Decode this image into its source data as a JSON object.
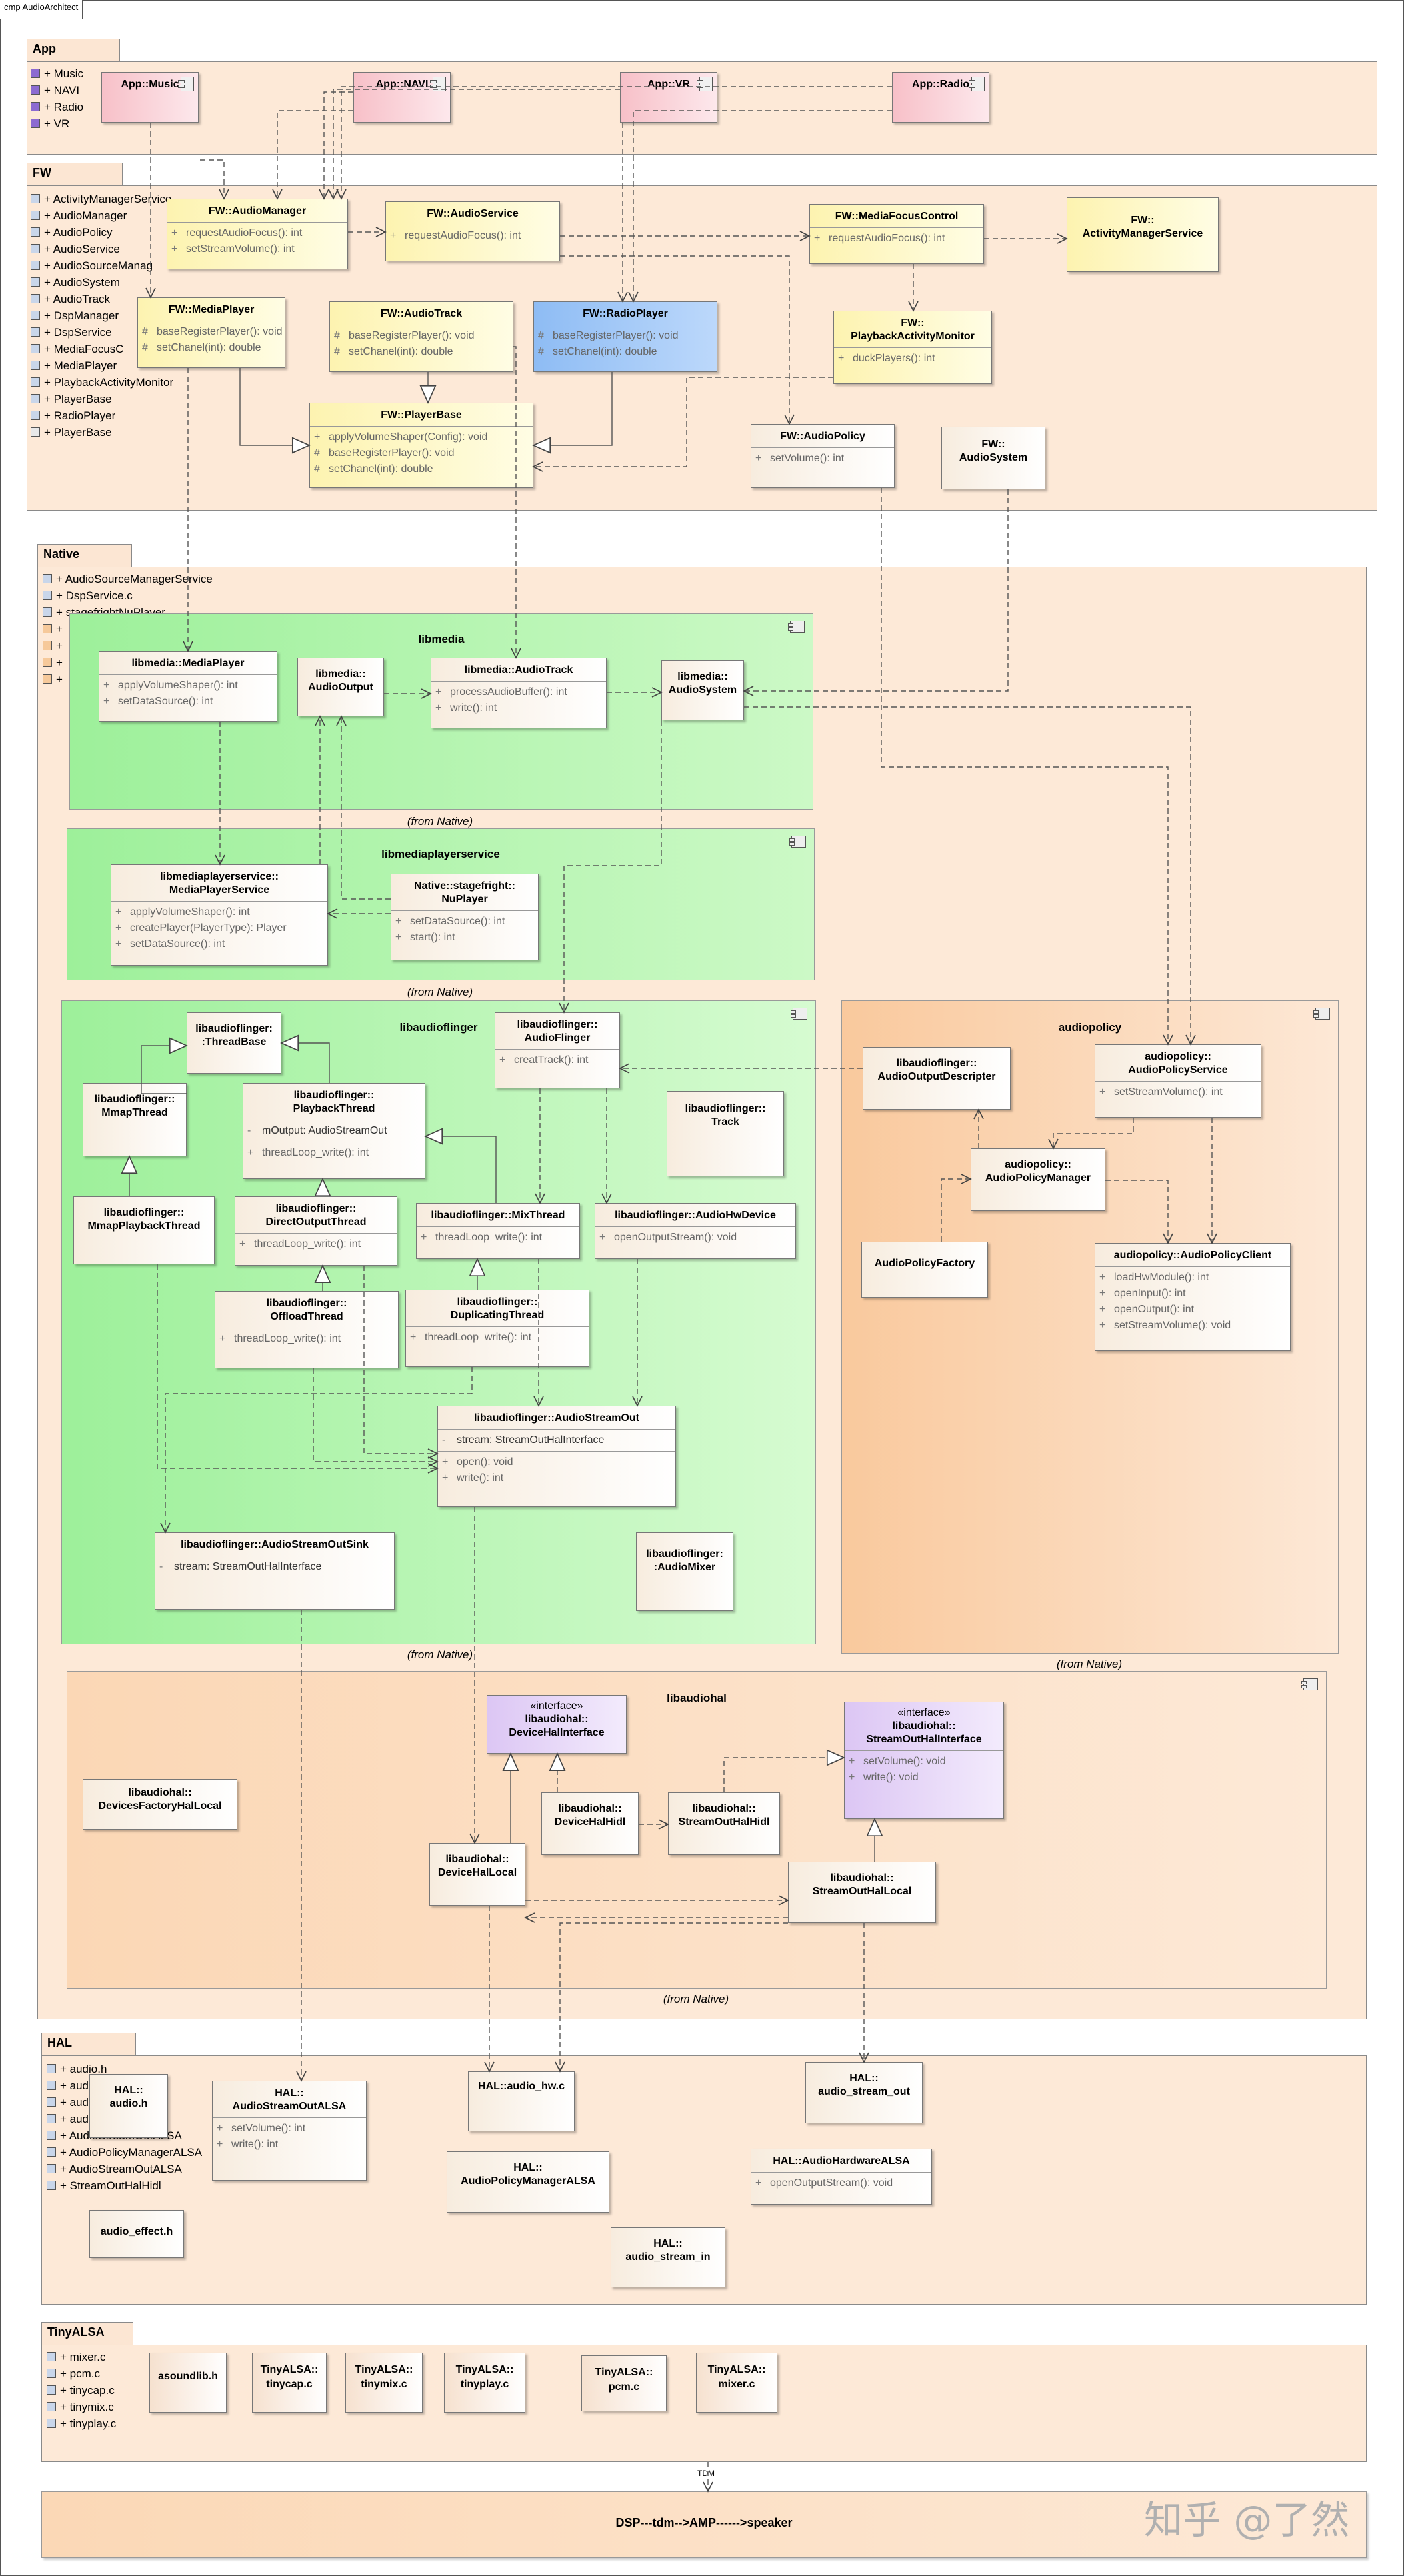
{
  "diagram_title": "cmp AudioArchitect",
  "watermark": "知乎 @了然",
  "packages": {
    "app": {
      "title": "App",
      "items": [
        "+ Music",
        "+ NAVI",
        "+ Radio",
        "+ VR"
      ],
      "classes": {
        "music": "App::Music",
        "navi": "App::NAVI",
        "vr": "App::VR",
        "radio": "App::Radio"
      }
    },
    "fw": {
      "title": "FW",
      "items": [
        "+ ActivityManagerService",
        "+ AudioManager",
        "+ AudioPolicy",
        "+ AudioService",
        "+ AudioSourceManag",
        "+ AudioSystem",
        "+ AudioTrack",
        "+ DspManager",
        "+ DspService",
        "+ MediaFocusC",
        "+ MediaPlayer",
        "+ PlaybackActivityMonitor",
        "+ PlayerBase",
        "+ RadioPlayer",
        "+ PlayerBase"
      ],
      "classes": {
        "audio_manager": {
          "name": "FW::AudioManager",
          "ops": [
            [
              "+",
              "requestAudioFocus(): int"
            ],
            [
              "+",
              "setStreamVolume(): int"
            ]
          ]
        },
        "audio_service": {
          "name": "FW::AudioService",
          "ops": [
            [
              "+",
              "requestAudioFocus(): int"
            ]
          ]
        },
        "media_focus": {
          "name": "FW::MediaFocusControl",
          "ops": [
            [
              "+",
              "requestAudioFocus(): int"
            ]
          ]
        },
        "ams": {
          "name": "FW::\nActivityManagerService"
        },
        "media_player": {
          "name": "FW::MediaPlayer",
          "ops": [
            [
              "#",
              "baseRegisterPlayer(): void"
            ],
            [
              "#",
              "setChanel(int): double"
            ]
          ]
        },
        "audio_track": {
          "name": "FW::AudioTrack",
          "ops": [
            [
              "#",
              "baseRegisterPlayer(): void"
            ],
            [
              "#",
              "setChanel(int): double"
            ]
          ]
        },
        "radio_player": {
          "name": "FW::RadioPlayer",
          "ops": [
            [
              "#",
              "baseRegisterPlayer(): void"
            ],
            [
              "#",
              "setChanel(int): double"
            ]
          ]
        },
        "pam": {
          "name": "FW::\nPlaybackActivityMonitor",
          "ops": [
            [
              "+",
              "duckPlayers(): int"
            ]
          ]
        },
        "player_base": {
          "name": "FW::PlayerBase",
          "ops": [
            [
              "+",
              "applyVolumeShaper(Config): void"
            ],
            [
              "#",
              "baseRegisterPlayer(): void"
            ],
            [
              "#",
              "setChanel(int): double"
            ]
          ]
        },
        "audio_policy": {
          "name": "FW::AudioPolicy",
          "ops": [
            [
              "+",
              "setVolume(): int"
            ]
          ]
        },
        "audio_system": {
          "name": "FW::\nAudioSystem"
        }
      }
    },
    "native": {
      "title": "Native",
      "items": [
        "+ AudioSourceManagerService",
        "+ DspService.c",
        "+ stagefrightNuPlayer",
        "+",
        "+",
        "+",
        "+"
      ],
      "libmedia": {
        "title": "libmedia",
        "from": "(from Native)",
        "media_player": {
          "name": "libmedia::MediaPlayer",
          "ops": [
            [
              "+",
              "applyVolumeShaper(): int"
            ],
            [
              "+",
              "setDataSource(): int"
            ]
          ]
        },
        "audio_output": {
          "name": "libmedia::\nAudioOutput"
        },
        "audio_track": {
          "name": "libmedia::AudioTrack",
          "ops": [
            [
              "+",
              "processAudioBuffer(): int"
            ],
            [
              "+",
              "write(): int"
            ]
          ]
        },
        "audio_system": {
          "name": "libmedia::\nAudioSystem"
        }
      },
      "libmediaplayerservice": {
        "title": "libmediaplayerservice",
        "from": "(from Native)",
        "mps": {
          "name": "libmediaplayerservice::\nMediaPlayerService",
          "ops": [
            [
              "+",
              "applyVolumeShaper(): int"
            ],
            [
              "+",
              "createPlayer(PlayerType): Player"
            ],
            [
              "+",
              "setDataSource(): int"
            ]
          ]
        },
        "nuplayer": {
          "name": "Native::stagefright::\nNuPlayer",
          "ops": [
            [
              "+",
              "setDataSource(): int"
            ],
            [
              "+",
              "start(): int"
            ]
          ]
        }
      },
      "libaudioflinger": {
        "title": "libaudioflinger",
        "from": "(from Native)",
        "thread_base": {
          "name": "libaudioflinger:\n:ThreadBase"
        },
        "audio_flinger": {
          "name": "libaudioflinger::\nAudioFlinger",
          "ops": [
            [
              "+",
              "creatTrack(): int"
            ]
          ]
        },
        "mmap_thread": {
          "name": "libaudioflinger::\nMmapThread"
        },
        "playback_thread": {
          "name": "libaudioflinger::\nPlaybackThread",
          "attrs": [
            [
              "-",
              "mOutput: AudioStreamOut"
            ]
          ],
          "ops": [
            [
              "+",
              "threadLoop_write(): int"
            ]
          ]
        },
        "track": {
          "name": "libaudioflinger::\nTrack"
        },
        "mmap_playback": {
          "name": "libaudioflinger::\nMmapPlaybackThread"
        },
        "direct_output": {
          "name": "libaudioflinger::\nDirectOutputThread",
          "ops": [
            [
              "+",
              "threadLoop_write(): int"
            ]
          ]
        },
        "mix_thread": {
          "name": "libaudioflinger::MixThread",
          "ops": [
            [
              "+",
              "threadLoop_write(): int"
            ]
          ]
        },
        "hw_device": {
          "name": "libaudioflinger::AudioHwDevice",
          "ops": [
            [
              "+",
              "openOutputStream(): void"
            ]
          ]
        },
        "offload": {
          "name": "libaudioflinger::\nOffloadThread",
          "ops": [
            [
              "+",
              "threadLoop_write(): int"
            ]
          ]
        },
        "duplicating": {
          "name": "libaudioflinger::\nDuplicatingThread",
          "ops": [
            [
              "+",
              "threadLoop_write(): int"
            ]
          ]
        },
        "stream_out": {
          "name": "libaudioflinger::AudioStreamOut",
          "attrs": [
            [
              "-",
              "stream: StreamOutHalInterface"
            ]
          ],
          "ops": [
            [
              "+",
              "open(): void"
            ],
            [
              "+",
              "write(): int"
            ]
          ]
        },
        "stream_out_sink": {
          "name": "libaudioflinger::AudioStreamOutSink",
          "attrs": [
            [
              "-",
              "stream: StreamOutHalInterface"
            ]
          ]
        },
        "audio_mixer": {
          "name": "libaudioflinger:\n:AudioMixer"
        }
      },
      "audiopolicy": {
        "title": "audiopolicy",
        "from": "(from Native)",
        "output_descripter": {
          "name": "libaudioflinger::\nAudioOutputDescripter"
        },
        "policy_service": {
          "name": "audiopolicy::\nAudioPolicyService",
          "ops": [
            [
              "+",
              "setStreamVolume(): int"
            ]
          ]
        },
        "policy_manager": {
          "name": "audiopolicy::\nAudioPolicyManager"
        },
        "policy_factory": {
          "name": "AudioPolicyFactory"
        },
        "policy_client": {
          "name": "audiopolicy::AudioPolicyClient",
          "ops": [
            [
              "+",
              "loadHwModule(): int"
            ],
            [
              "+",
              "openInput(): int"
            ],
            [
              "+",
              "openOutput(): int"
            ],
            [
              "+",
              "setStreamVolume(): void"
            ]
          ]
        }
      },
      "libaudiohal": {
        "title": "libaudiohal",
        "from": "(from Native)",
        "device_hal_interface": {
          "stereo": "«interface»",
          "name": "libaudiohal::\nDeviceHalInterface"
        },
        "stream_out_hal_interface": {
          "stereo": "«interface»",
          "name": "libaudiohal::\nStreamOutHalInterface",
          "ops": [
            [
              "+",
              "setVolume(): void"
            ],
            [
              "+",
              "write(): void"
            ]
          ]
        },
        "devices_factory": {
          "name": "libaudiohal::\nDevicesFactoryHalLocal"
        },
        "device_hal_hidl": {
          "name": "libaudiohal::\nDeviceHalHidl"
        },
        "stream_out_hal_hidl": {
          "name": "libaudiohal::\nStreamOutHalHidl"
        },
        "device_hal_local": {
          "name": "libaudiohal::\nDeviceHalLocal"
        },
        "stream_out_hal_local": {
          "name": "libaudiohal::\nStreamOutHalLocal"
        }
      }
    },
    "hal": {
      "title": "HAL",
      "items": [
        "+ audio.h",
        "+ aud",
        "+ aud",
        "+ aud",
        "+ AudioStreamOutALSA",
        "+ AudioPolicyManagerALSA",
        "+ AudioStreamOutALSA",
        "+ StreamOutHalHidl"
      ],
      "audio_h": {
        "name": "HAL::\naudio.h"
      },
      "stream_out_alsa": {
        "name": "HAL::\nAudioStreamOutALSA",
        "ops": [
          [
            "+",
            "setVolume(): int"
          ],
          [
            "+",
            "write(): int"
          ]
        ]
      },
      "audio_hw": {
        "name": "HAL::audio_hw.c"
      },
      "audio_stream_out": {
        "name": "HAL::\naudio_stream_out"
      },
      "policy_manager_alsa": {
        "name": "HAL::\nAudioPolicyManagerALSA"
      },
      "hardware_alsa": {
        "name": "HAL::AudioHardwareALSA",
        "ops": [
          [
            "+",
            "openOutputStream(): void"
          ]
        ]
      },
      "audio_effect": {
        "name": "audio_effect.h"
      },
      "audio_stream_in": {
        "name": "HAL::\naudio_stream_in"
      }
    },
    "tinyalsa": {
      "title": "TinyALSA",
      "items": [
        "+ mixer.c",
        "+ pcm.c",
        "+ tinycap.c",
        "+ tinymix.c",
        "+ tinyplay.c"
      ],
      "files": [
        "asoundlib.h",
        "TinyALSA::\ntinycap.c",
        "TinyALSA::\ntinymix.c",
        "TinyALSA::\ntinyplay.c",
        "TinyALSA::\npcm.c",
        "TinyALSA::\nmixer.c"
      ]
    },
    "dsp": {
      "connector_label": "TDM",
      "text": "DSP---tdm-->AMP------>speaker"
    }
  }
}
